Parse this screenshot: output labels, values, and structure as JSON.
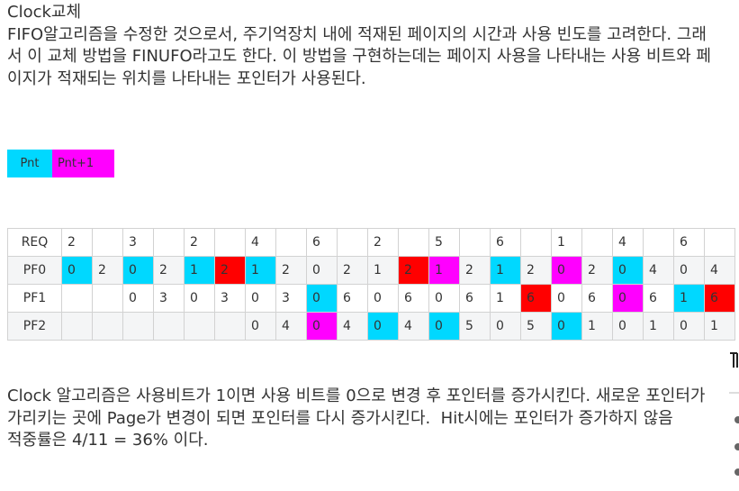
{
  "title": "Clock교체",
  "intro_body": "FIFO알고리즘을 수정한 것으로서, 주기억장치 내에 적재된 페이지의 시간과 사용 빈도를 고려한다. 그래서 이 교체 방법을 FINUFO라고도 한다. 이 방법을 구현하는데는 페이지 사용을 나타내는 사용 비트와 페이지가 적재되는 위치를 나타내는 포인터가 사용된다.",
  "legend": {
    "pointer_label": "Pnt",
    "pointer_color": "#00d8ff",
    "next_label": "Pnt+1",
    "next_color": "#ff00ff",
    "replace_color": "#ff0000"
  },
  "table": {
    "rows": [
      {
        "label": "REQ",
        "cells": [
          {
            "v": "2"
          },
          {
            "v": ""
          },
          {
            "v": "3"
          },
          {
            "v": ""
          },
          {
            "v": "2"
          },
          {
            "v": ""
          },
          {
            "v": "4"
          },
          {
            "v": ""
          },
          {
            "v": "6"
          },
          {
            "v": ""
          },
          {
            "v": "2"
          },
          {
            "v": ""
          },
          {
            "v": "5"
          },
          {
            "v": ""
          },
          {
            "v": "6"
          },
          {
            "v": ""
          },
          {
            "v": "1"
          },
          {
            "v": ""
          },
          {
            "v": "4"
          },
          {
            "v": ""
          },
          {
            "v": "6"
          },
          {
            "v": ""
          }
        ]
      },
      {
        "label": "PF0",
        "cells": [
          {
            "v": "0",
            "h": "cyan"
          },
          {
            "v": "2"
          },
          {
            "v": "0",
            "h": "cyan"
          },
          {
            "v": "2"
          },
          {
            "v": "1",
            "h": "cyan"
          },
          {
            "v": "2",
            "h": "red"
          },
          {
            "v": "1",
            "h": "cyan"
          },
          {
            "v": "2"
          },
          {
            "v": "0"
          },
          {
            "v": "2"
          },
          {
            "v": "1"
          },
          {
            "v": "2",
            "h": "red"
          },
          {
            "v": "1",
            "h": "mag"
          },
          {
            "v": "2"
          },
          {
            "v": "1",
            "h": "cyan"
          },
          {
            "v": "2"
          },
          {
            "v": "0",
            "h": "mag"
          },
          {
            "v": "2"
          },
          {
            "v": "0",
            "h": "cyan"
          },
          {
            "v": "4"
          },
          {
            "v": "0"
          },
          {
            "v": "4"
          }
        ]
      },
      {
        "label": "PF1",
        "cells": [
          {
            "v": ""
          },
          {
            "v": ""
          },
          {
            "v": "0"
          },
          {
            "v": "3"
          },
          {
            "v": "0"
          },
          {
            "v": "3"
          },
          {
            "v": "0"
          },
          {
            "v": "3"
          },
          {
            "v": "0",
            "h": "cyan"
          },
          {
            "v": "6"
          },
          {
            "v": "0"
          },
          {
            "v": "6"
          },
          {
            "v": "0"
          },
          {
            "v": "6"
          },
          {
            "v": "1"
          },
          {
            "v": "6",
            "h": "red"
          },
          {
            "v": "0"
          },
          {
            "v": "6"
          },
          {
            "v": "0",
            "h": "mag"
          },
          {
            "v": "6"
          },
          {
            "v": "1",
            "h": "cyan"
          },
          {
            "v": "6",
            "h": "red"
          }
        ]
      },
      {
        "label": "PF2",
        "cells": [
          {
            "v": ""
          },
          {
            "v": ""
          },
          {
            "v": ""
          },
          {
            "v": ""
          },
          {
            "v": ""
          },
          {
            "v": ""
          },
          {
            "v": "0"
          },
          {
            "v": "4"
          },
          {
            "v": "0",
            "h": "mag"
          },
          {
            "v": "4"
          },
          {
            "v": "0",
            "h": "cyan"
          },
          {
            "v": "4"
          },
          {
            "v": "0",
            "h": "cyan"
          },
          {
            "v": "5"
          },
          {
            "v": "0"
          },
          {
            "v": "5"
          },
          {
            "v": "0",
            "h": "cyan"
          },
          {
            "v": "1"
          },
          {
            "v": "0"
          },
          {
            "v": "1"
          },
          {
            "v": "0"
          },
          {
            "v": "1"
          }
        ]
      }
    ]
  },
  "outro_body": "Clock 알고리즘은 사용비트가 1이면 사용 비트를 0으로 변경 후 포인터를 증가시킨다. 새로운 포인터가 가리키는 곳에 Page가 변경이 되면 포인터를 다시 증가시킨다.  Hit시에는 포인터가 증가하지 않음",
  "hit_ratio": "적중률은 4/11 = 36% 이다."
}
